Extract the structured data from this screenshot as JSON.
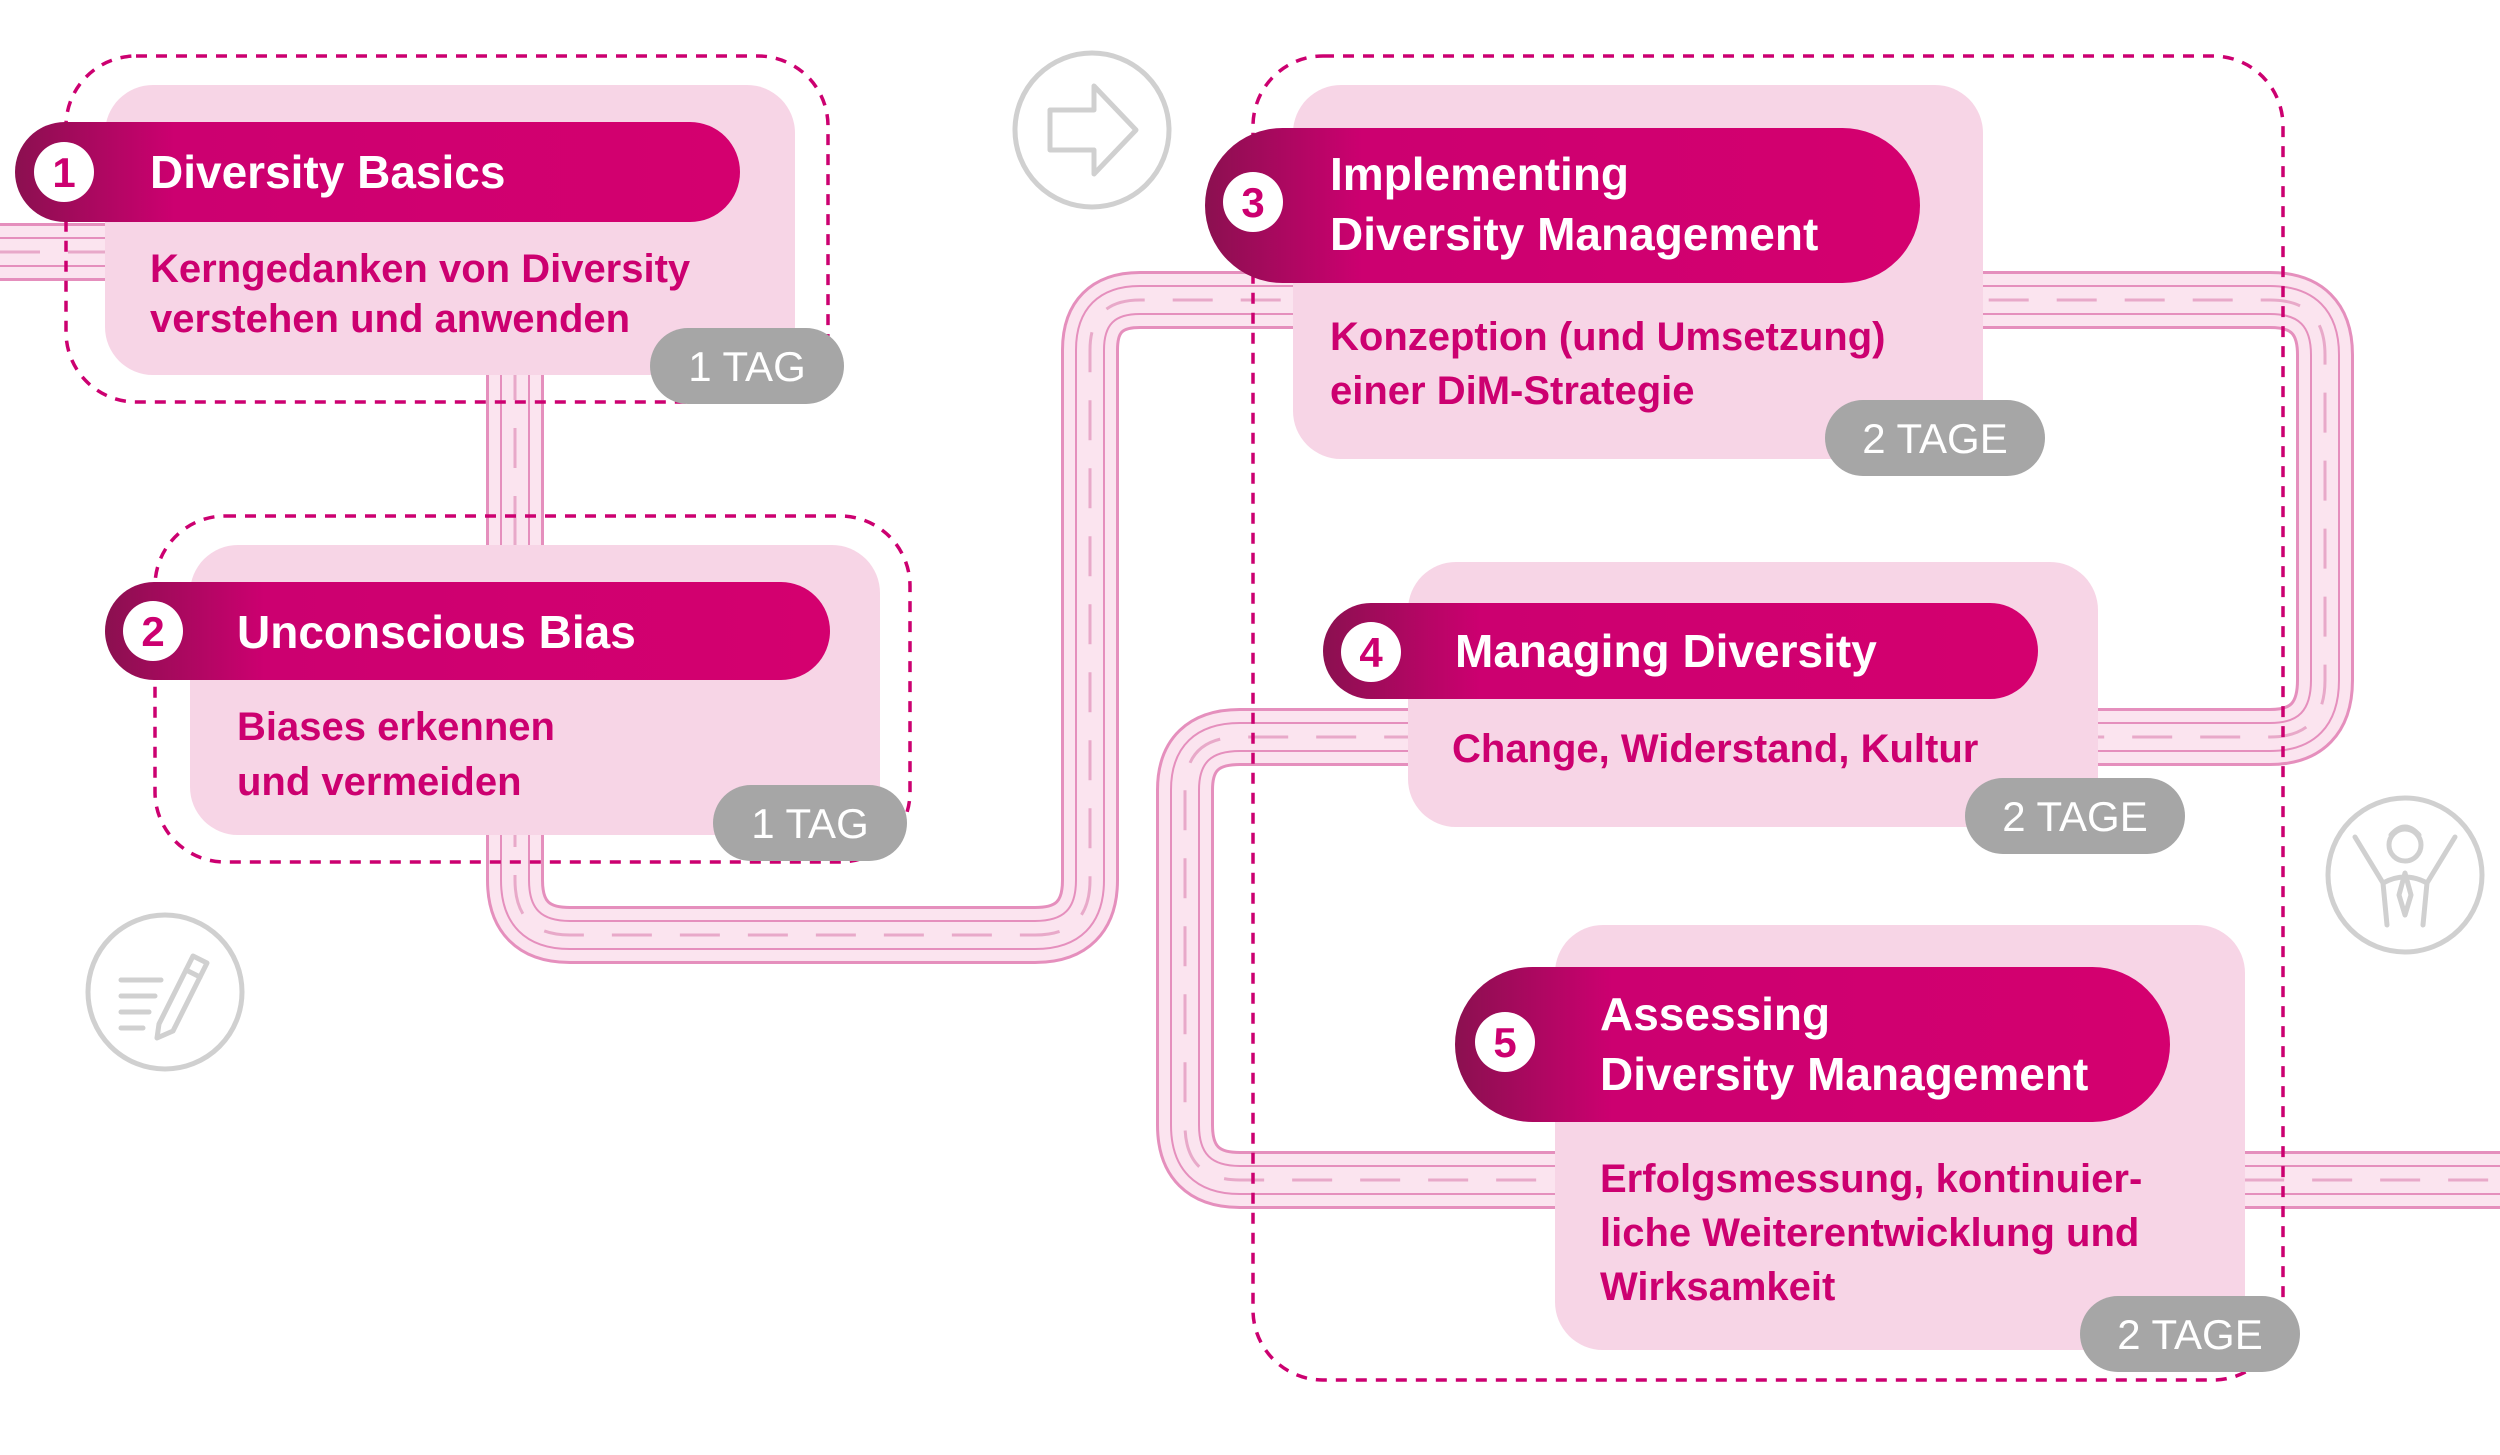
{
  "colors": {
    "accent": "#cc0070",
    "accent_dark": "#8b1050",
    "card_bg": "#f7d5e6",
    "road": "#fbe4ef",
    "road_edge": "#e58fbd",
    "badge_bg": "#a6a6a6",
    "icon_gray": "#d0d0d0"
  },
  "modules": [
    {
      "number": "1",
      "title_lines": [
        "Diversity Basics"
      ],
      "description_lines": [
        "Kerngedanken von Diversity",
        "verstehen und anwenden"
      ],
      "duration": "1 TAG"
    },
    {
      "number": "2",
      "title_lines": [
        "Unconscious Bias"
      ],
      "description_lines": [
        "Biases erkennen",
        "und vermeiden"
      ],
      "duration": "1 TAG"
    },
    {
      "number": "3",
      "title_lines": [
        "Implementing",
        "Diversity Management"
      ],
      "description_lines": [
        "Konzeption (und Umsetzung)",
        "einer DiM-Strategie"
      ],
      "duration": "2 TAGE"
    },
    {
      "number": "4",
      "title_lines": [
        "Managing Diversity"
      ],
      "description_lines": [
        "Change, Widerstand, Kultur"
      ],
      "duration": "2 TAGE"
    },
    {
      "number": "5",
      "title_lines": [
        "Assessing",
        "Diversity Management"
      ],
      "description_lines": [
        "Erfolgsmessung, kontinuier-",
        "liche Weiterentwicklung und",
        "Wirksamkeit"
      ],
      "duration": "2 TAGE"
    }
  ],
  "icons": {
    "arrow": "arrow-right-icon",
    "writing": "writing-icon",
    "success": "cheering-person-icon"
  }
}
